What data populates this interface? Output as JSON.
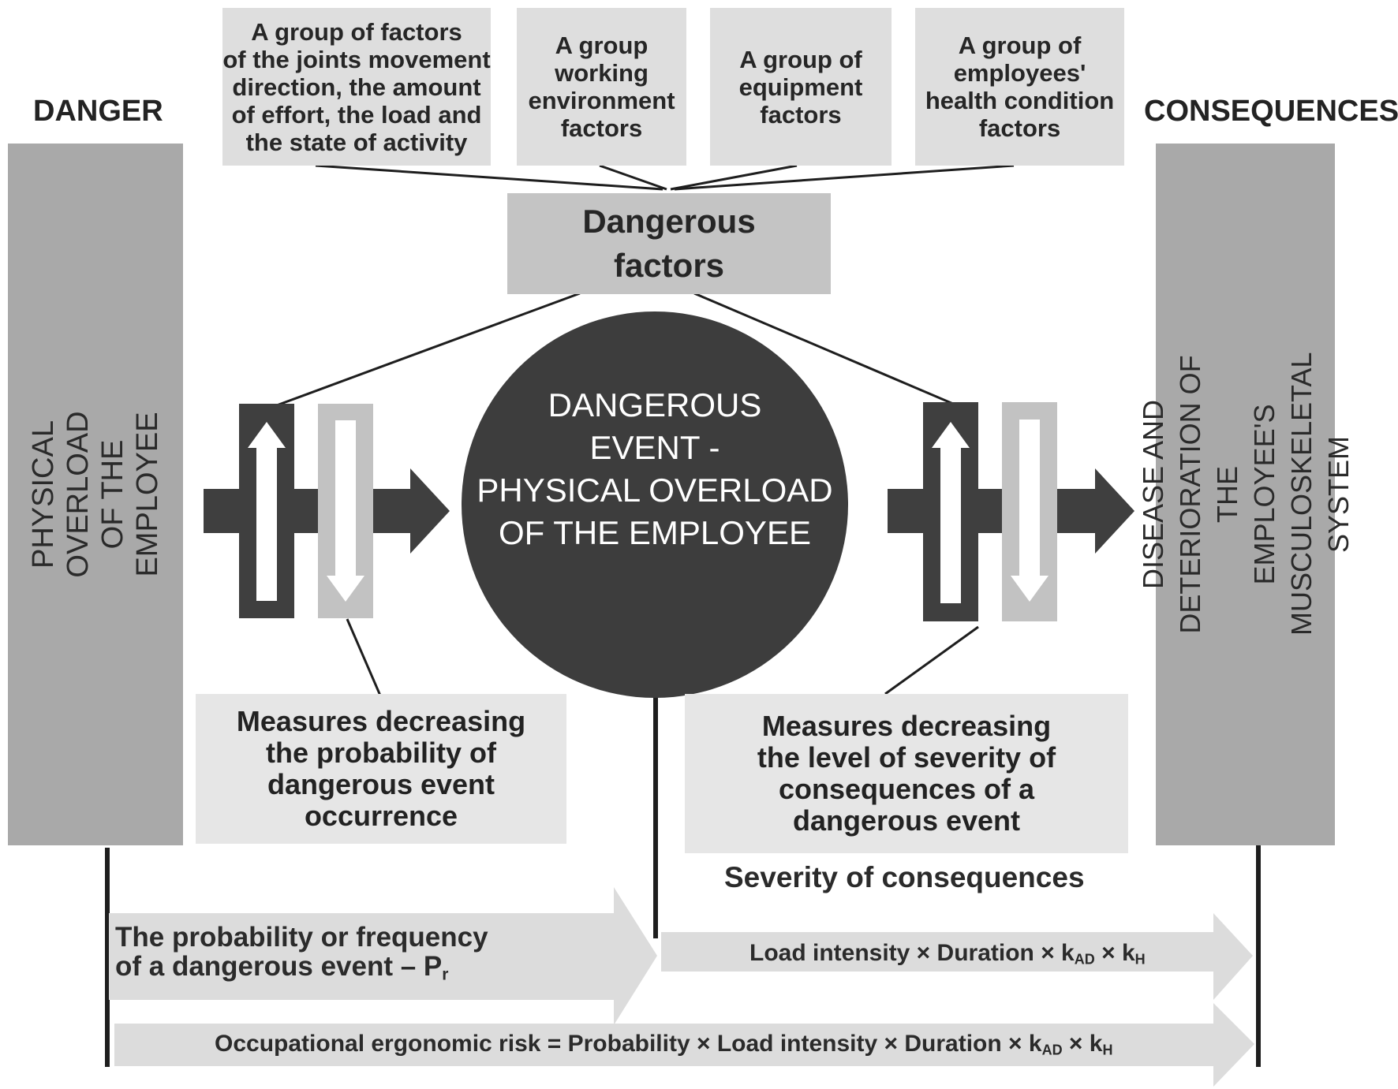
{
  "labels": {
    "danger": "DANGER",
    "consequences": "CONSEQUENCES",
    "danger_bar": "PHYSICAL OVERLOAD OF THE EMPLOYEE",
    "consequences_bar": "DISEASE AND DETERIORATION OF THE\nEMPLOYEE'S MUSCULOSKELETAL SYSTEM"
  },
  "factor_groups": [
    "A group of factors\nof the joints movement\ndirection, the amount\nof effort, the load and\nthe state of activity",
    "A group\nworking\nenvironment\nfactors",
    "A group of\nequipment\nfactors",
    "A group of\nemployees'\nhealth condition\nfactors"
  ],
  "dangerous_factors": "Dangerous\nfactors",
  "event_circle": "DANGEROUS\nEVENT -\nPHYSICAL OVERLOAD\nOF THE EMPLOYEE",
  "measures": {
    "probability": "Measures decreasing\nthe probability of\ndangerous event\noccurrence",
    "severity": "Measures decreasing\nthe level of severity of\nconsequences of a\ndangerous event"
  },
  "severity_label": "Severity of consequences",
  "probability_arrow": {
    "line1": "The probability or frequency",
    "line2": "of a dangerous event – P",
    "sub": "r"
  },
  "severity_formula": {
    "text1": "Load intensity  × Duration × k",
    "sub1": "AD",
    "text2": " × k",
    "sub2": "H"
  },
  "risk_formula": {
    "text1": "Occupational ergonomic risk = Probability × Load intensity × Duration × k",
    "sub1": "AD",
    "text2": " × k",
    "sub2": "H"
  },
  "colors": {
    "factor_box": "#dedede",
    "dangerous_factors_box": "#c4c4c4",
    "side_bar": "#a9a9a9",
    "circle": "#3d3d3d",
    "dark_block": "#3f3f3f",
    "light_block": "#c2c2c2",
    "measure_box": "#e6e6e6",
    "formula_arrow": "#dcdcdc"
  }
}
